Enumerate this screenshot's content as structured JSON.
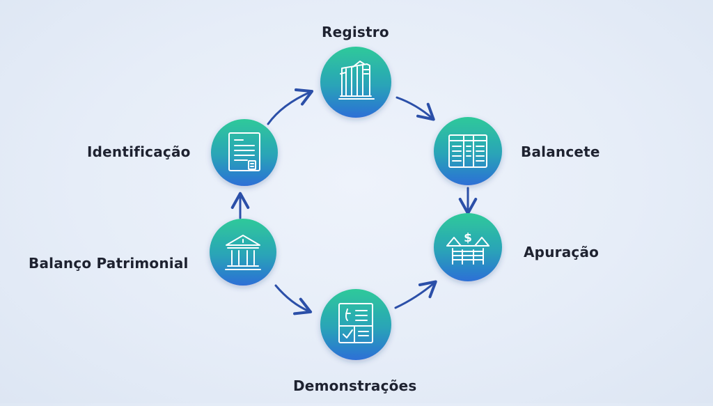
{
  "diagram": {
    "nodes": [
      {
        "id": "registro",
        "label": "Registro",
        "icon": "ledger-book-icon"
      },
      {
        "id": "balancete",
        "label": "Balancete",
        "icon": "spreadsheet-icon"
      },
      {
        "id": "apuracao",
        "label": "Apuração",
        "icon": "scale-dollar-icon"
      },
      {
        "id": "demonstracoes",
        "label": "Demonstrações",
        "icon": "report-checklist-icon"
      },
      {
        "id": "balanco",
        "label": "Balanço Patrimonial",
        "icon": "bank-building-icon"
      },
      {
        "id": "identificacao",
        "label": "Identificação",
        "icon": "document-icon"
      }
    ],
    "flow": [
      [
        "identificacao",
        "registro"
      ],
      [
        "registro",
        "balancete"
      ],
      [
        "balancete",
        "apuracao"
      ],
      [
        "demonstracoes",
        "apuracao"
      ],
      [
        "balanco",
        "demonstracoes"
      ],
      [
        "balanco",
        "identificacao"
      ]
    ],
    "colors": {
      "circle_top": "#2fc99a",
      "circle_bottom": "#2d6fd6",
      "arrow": "#2b4fa8",
      "icon_stroke": "#ffffff",
      "label": "#1e2230"
    }
  }
}
